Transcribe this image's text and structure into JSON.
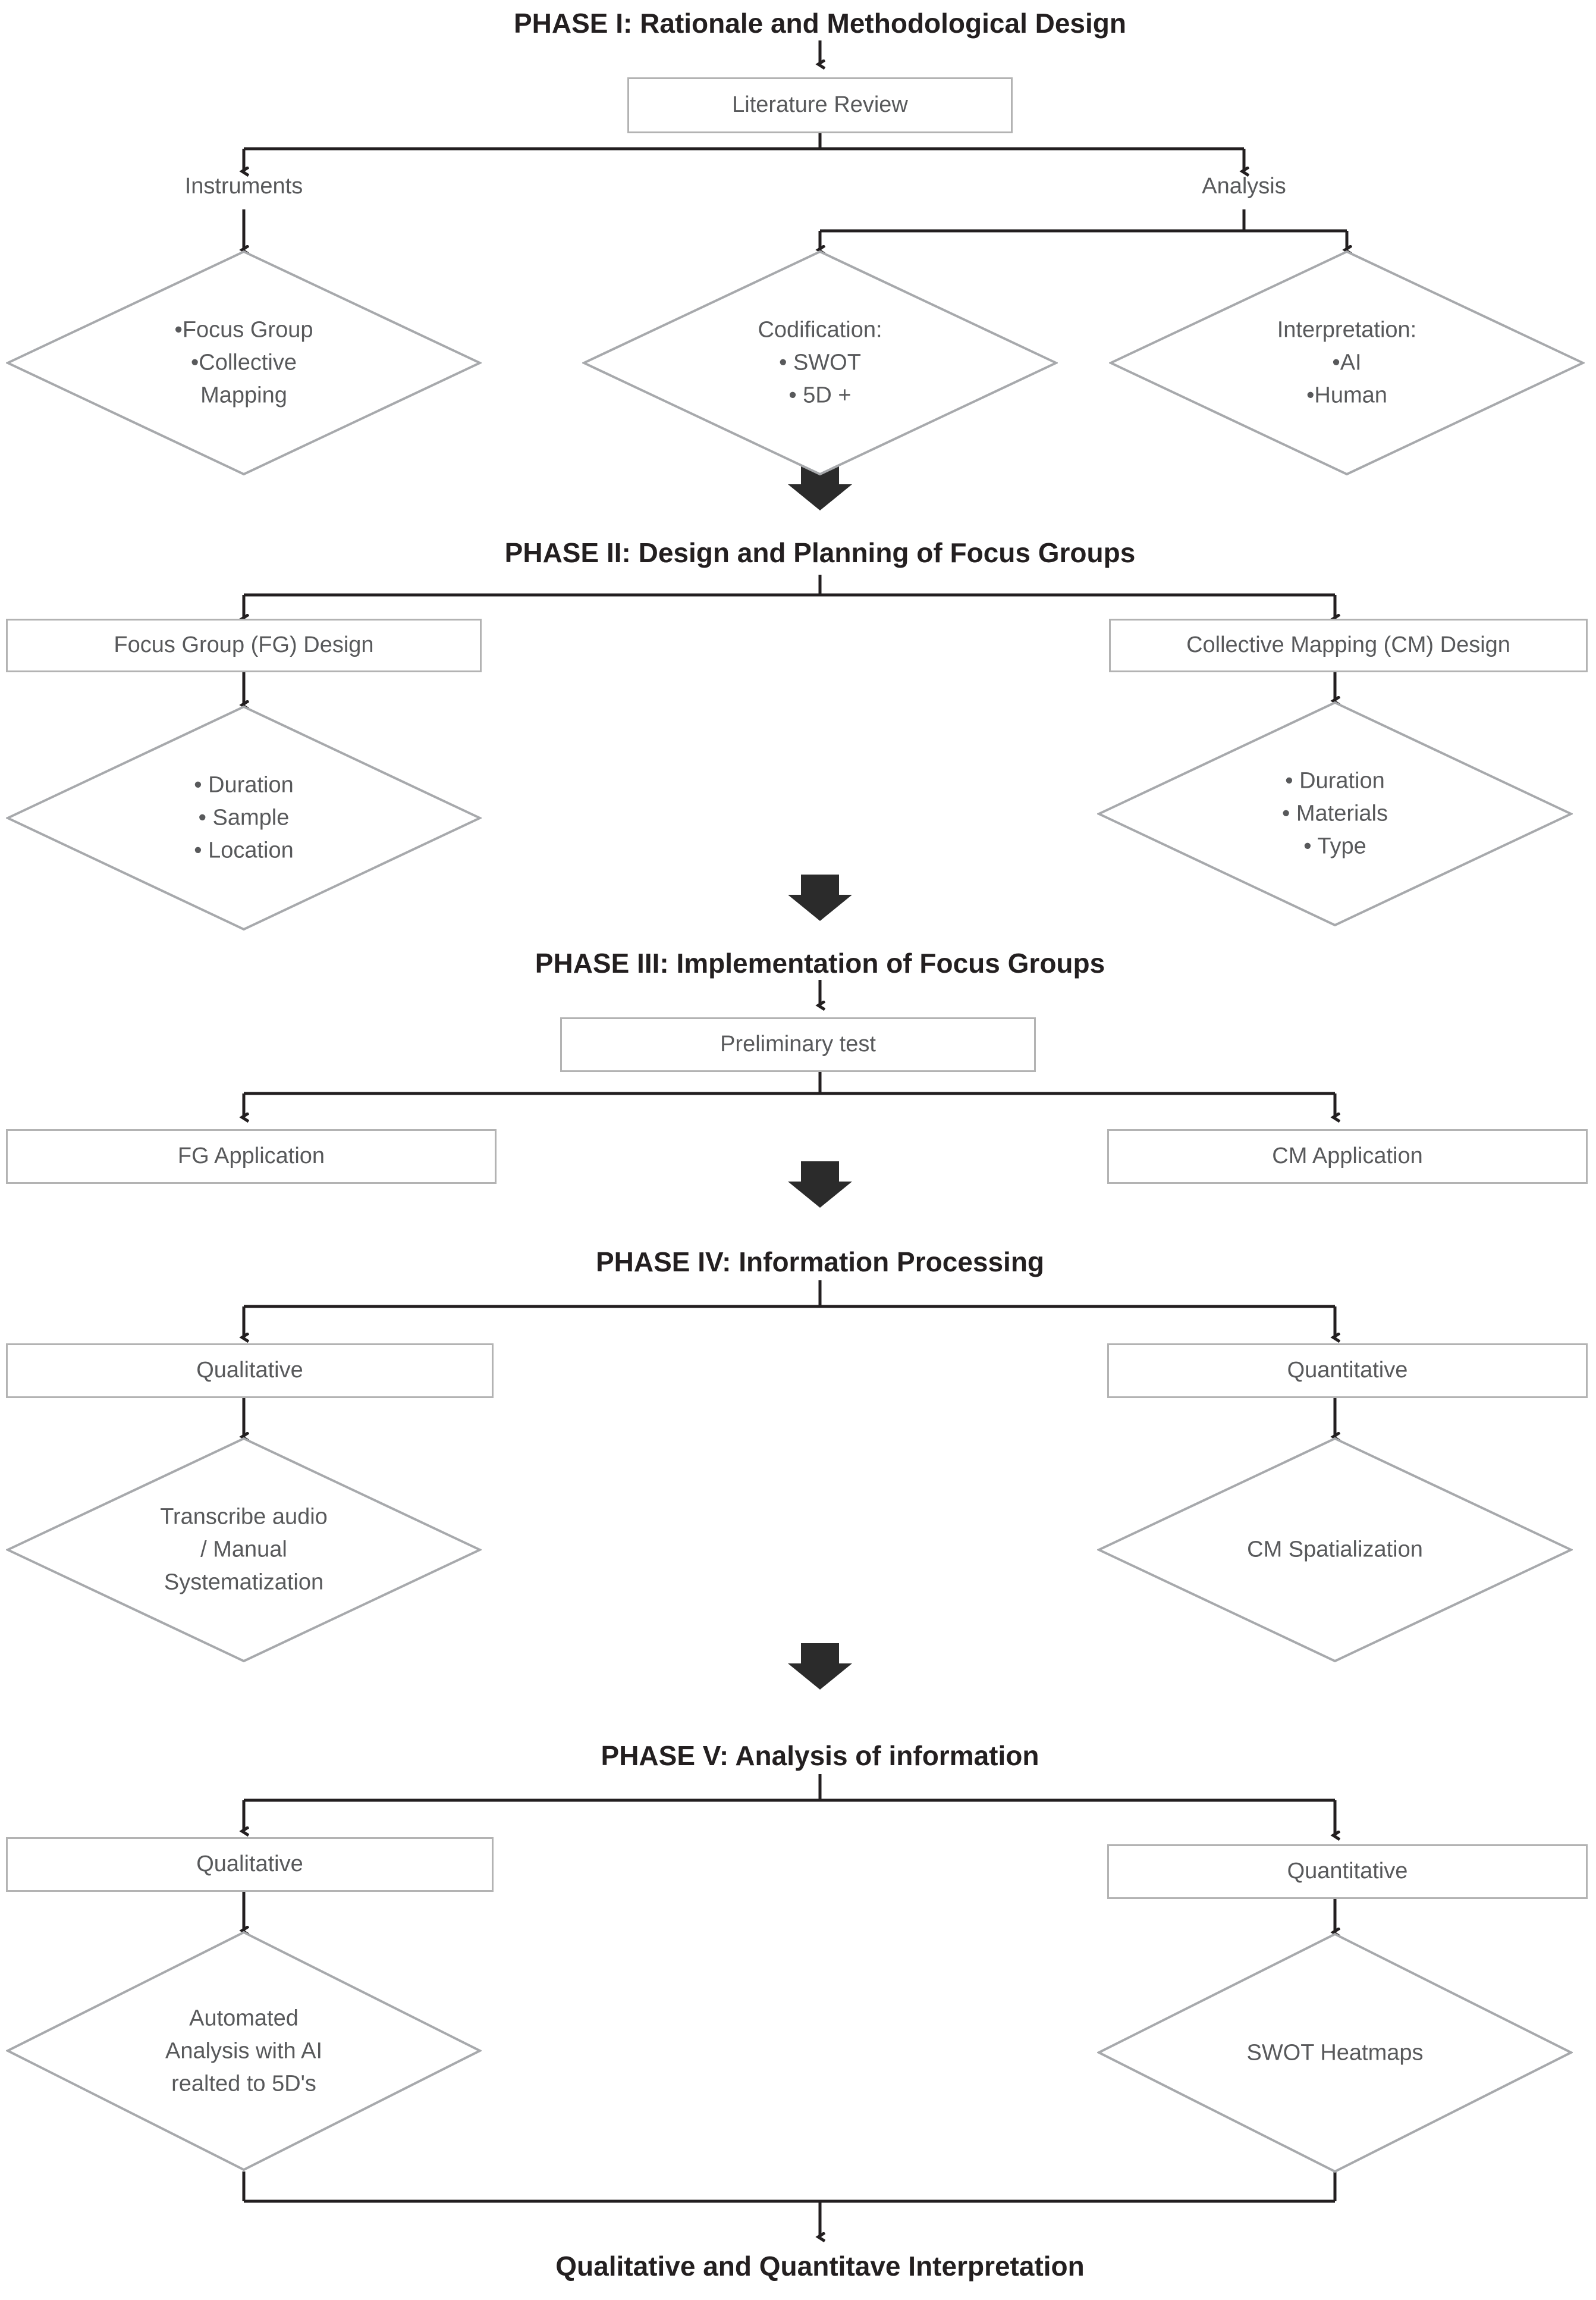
{
  "diagram": {
    "title_final": "Qualitative and Quantitave Interpretation",
    "accent_border": "#b3b3b3",
    "text_color": "#58595b",
    "heading_color": "#231f20",
    "line_color": "#231f20",
    "block_arrow_color": "#2b2b2b"
  },
  "phases": [
    {
      "id": "phase-1",
      "title": "PHASE I: Rationale and Methodological Design",
      "boxes": [
        {
          "id": "literature-review",
          "label": "Literature Review"
        }
      ],
      "edge_labels": [
        {
          "id": "instruments",
          "label": "Instruments"
        },
        {
          "id": "analysis",
          "label": "Analysis"
        }
      ],
      "diamonds": [
        {
          "id": "instruments-diamond",
          "lines": [
            "•Focus Group",
            "•Collective",
            "Mapping"
          ]
        },
        {
          "id": "codification-diamond",
          "lines": [
            "Codification:",
            "• SWOT",
            "• 5D +"
          ]
        },
        {
          "id": "interpretation-diamond",
          "lines": [
            "Interpretation:",
            "•AI",
            "•Human"
          ]
        }
      ]
    },
    {
      "id": "phase-2",
      "title": "PHASE II: Design and Planning of Focus Groups",
      "boxes": [
        {
          "id": "fg-design",
          "label": "Focus Group (FG) Design"
        },
        {
          "id": "cm-design",
          "label": "Collective Mapping (CM) Design"
        }
      ],
      "diamonds": [
        {
          "id": "fg-design-diamond",
          "lines": [
            "• Duration",
            "• Sample",
            "• Location"
          ]
        },
        {
          "id": "cm-design-diamond",
          "lines": [
            "• Duration",
            "• Materials",
            "• Type"
          ]
        }
      ]
    },
    {
      "id": "phase-3",
      "title": "PHASE III: Implementation of Focus Groups",
      "boxes": [
        {
          "id": "preliminary-test",
          "label": "Preliminary test"
        },
        {
          "id": "fg-application",
          "label": "FG Application"
        },
        {
          "id": "cm-application",
          "label": "CM Application"
        }
      ]
    },
    {
      "id": "phase-4",
      "title": "PHASE IV: Information Processing",
      "boxes": [
        {
          "id": "qualitative-4",
          "label": "Qualitative"
        },
        {
          "id": "quantitative-4",
          "label": "Quantitative"
        }
      ],
      "diamonds": [
        {
          "id": "transcribe-diamond",
          "lines": [
            "Transcribe audio",
            "/ Manual",
            "Systematization"
          ]
        },
        {
          "id": "cm-spatialization-diamond",
          "lines": [
            "CM Spatialization"
          ]
        }
      ]
    },
    {
      "id": "phase-5",
      "title": "PHASE V: Analysis of information",
      "boxes": [
        {
          "id": "qualitative-5",
          "label": "Qualitative"
        },
        {
          "id": "quantitative-5",
          "label": "Quantitative"
        }
      ],
      "diamonds": [
        {
          "id": "automated-analysis-diamond",
          "lines": [
            "Automated",
            "Analysis with AI",
            "realted to 5D's"
          ]
        },
        {
          "id": "swot-heatmaps-diamond",
          "lines": [
            "SWOT Heatmaps"
          ]
        }
      ]
    }
  ],
  "separators": [
    {
      "id": "separator-1",
      "name": "block-down-arrow"
    },
    {
      "id": "separator-2",
      "name": "block-down-arrow"
    },
    {
      "id": "separator-3",
      "name": "block-down-arrow"
    },
    {
      "id": "separator-4",
      "name": "block-down-arrow"
    }
  ]
}
